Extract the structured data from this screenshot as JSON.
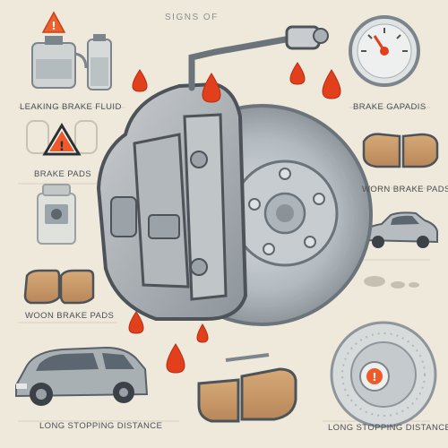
{
  "title": "SIGNS OF",
  "labels": {
    "leaking_fluid": "LEAKING BRAKE FLUID",
    "brake_gauge": "BRAKE GAPADIS",
    "brake_pads_left": "BRAKE PADS",
    "worn_pads_right": "WORN BRAKE PADS",
    "worn_pads_left": "WOON BRAKE PADS",
    "stopping_left": "LONG STOPPING DISTANCE",
    "stopping_right": "LONG STOPPING DISTANCE"
  },
  "colors": {
    "background": "#efe9dc",
    "metal": "#b9bec3",
    "metal_dark": "#7d858c",
    "fluid": "#e2401c",
    "pad": "#c99a68",
    "warning": "#f0602a"
  }
}
